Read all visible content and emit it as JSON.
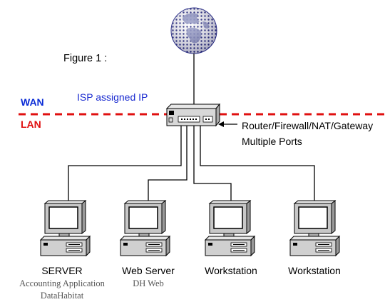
{
  "figure_label": "Figure 1 :",
  "zones": {
    "wan_label": "WAN",
    "lan_label": "LAN",
    "wan_color": "#0a2bd6",
    "lan_color": "#e01010"
  },
  "isp_label": "ISP assigned IP",
  "router": {
    "line1": "Router/Firewall/NAT/Gateway",
    "line2": "Multiple Ports"
  },
  "computers": [
    {
      "name": "SERVER",
      "sub": [
        "Accounting Application",
        "DataHabitat"
      ]
    },
    {
      "name": "Web Server",
      "sub": [
        "DH Web"
      ]
    },
    {
      "name": "Workstation",
      "sub": []
    },
    {
      "name": "Workstation",
      "sub": []
    }
  ],
  "icons": {
    "internet": "globe-icon",
    "router": "router-icon",
    "computer": "computer-icon"
  },
  "colors": {
    "line": "#000000",
    "sub_text": "#555555",
    "globe_dark": "#1a1f7a",
    "globe_light": "#dfe3ff"
  }
}
